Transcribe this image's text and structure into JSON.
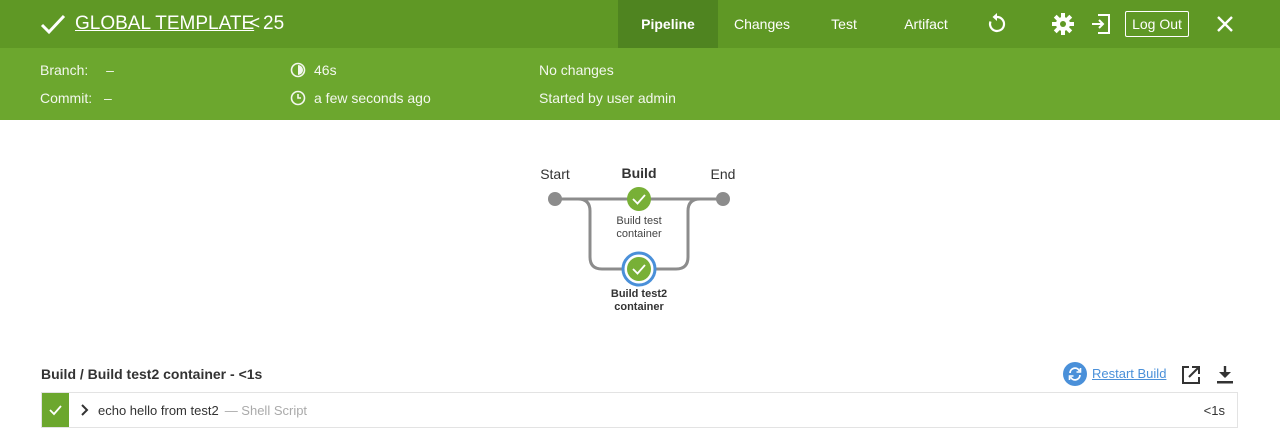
{
  "header": {
    "title": "GLOBAL TEMPLATE",
    "run_prefix": "<",
    "run_number": "25",
    "tabs": [
      {
        "label": "Pipeline",
        "active": true
      },
      {
        "label": "Changes",
        "active": false
      },
      {
        "label": "Test",
        "active": false
      },
      {
        "label": "Artifact",
        "active": false
      }
    ],
    "logout_label": "Log Out",
    "icons": [
      "check-icon",
      "replay-icon",
      "gear-icon",
      "logout-icon",
      "close-icon"
    ]
  },
  "summary": {
    "branch_label": "Branch:",
    "branch_value": "–",
    "commit_label": "Commit:",
    "commit_value": "–",
    "duration": "46s",
    "started_ago": "a few seconds ago",
    "changes": "No changes",
    "started_by": "Started by user admin"
  },
  "pipeline": {
    "start_label": "Start",
    "stage_label": "Build",
    "end_label": "End",
    "parallel": [
      {
        "line1": "Build test",
        "line2": "container",
        "status": "success",
        "selected": false
      },
      {
        "line1": "Build test2",
        "line2": "container",
        "status": "success",
        "selected": true
      }
    ]
  },
  "step": {
    "title": "Build / Build test2 container - <1s",
    "restart_label": "Restart Build",
    "log": {
      "command": "echo hello from test2",
      "kind": "— Shell Script",
      "duration": "<1s"
    }
  },
  "colors": {
    "header": "#5f9825",
    "subheader": "#6ca72e",
    "success": "#78b037",
    "selected_ring": "#4a90d9",
    "link": "#4a90d9"
  }
}
